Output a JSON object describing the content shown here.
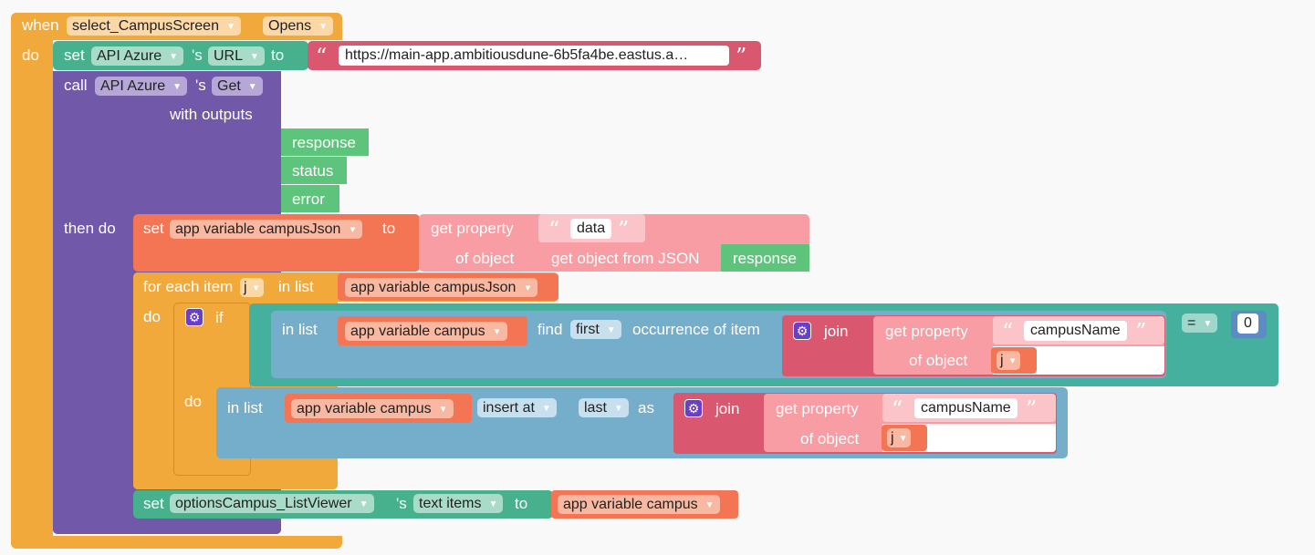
{
  "event": {
    "when_label": "when",
    "component": "select_CampusScreen",
    "event_name": "Opens",
    "do_label": "do"
  },
  "set_url": {
    "set_label": "set",
    "component": "API Azure",
    "possessive": "'s",
    "property": "URL",
    "to_label": "to",
    "value": "https://main-app.ambitiousdune-6b5fa4be.eastus.a…"
  },
  "call_get": {
    "call_label": "call",
    "component": "API Azure",
    "possessive": "'s",
    "method": "Get",
    "with_outputs_label": "with outputs",
    "outputs": [
      "response",
      "status",
      "error"
    ],
    "then_do_label": "then do"
  },
  "set_campus_json": {
    "set_label": "set",
    "variable": "app variable campusJson",
    "to_label": "to",
    "get_property_label": "get property",
    "property_name": "data",
    "of_object_label": "of object",
    "from_json_label": "get object from JSON",
    "json_source": "response"
  },
  "for_each": {
    "label": "for each item",
    "item_var": "j",
    "in_list_label": "in list",
    "list": "app variable campusJson",
    "do_label": "do"
  },
  "if_block": {
    "if_label": "if",
    "do_label": "do",
    "in_list_label": "in list",
    "list": "app variable campus",
    "find_label": "find",
    "find_mode": "first",
    "occurrence_label": "occurrence of item",
    "join_label": "join",
    "get_property_label": "get property",
    "property_name": "campusName",
    "of_object_label": "of object",
    "object_var": "j",
    "operator": "=",
    "compare_value": "0"
  },
  "insert_block": {
    "in_list_label": "in list",
    "list": "app variable campus",
    "insert_label": "insert at",
    "position": "last",
    "as_label": "as",
    "join_label": "join",
    "get_property_label": "get property",
    "property_name": "campusName",
    "of_object_label": "of object",
    "object_var": "j"
  },
  "set_options": {
    "set_label": "set",
    "component": "optionsCampus_ListViewer",
    "possessive": "'s",
    "property": "text items",
    "to_label": "to",
    "value": "app variable campus"
  },
  "colors": {
    "event": "#f2a93b",
    "teal": "#47b08c",
    "purple": "#7158a8",
    "orange": "#f47553",
    "pink": "#f79da3",
    "magenta": "#d9576f",
    "green": "#5ec47c",
    "teal_dark": "#45b09e",
    "blue": "#75aecb"
  }
}
